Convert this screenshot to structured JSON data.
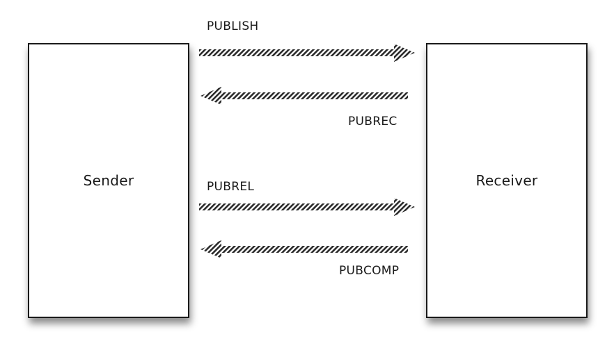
{
  "diagram": {
    "sender_label": "Sender",
    "receiver_label": "Receiver",
    "messages": [
      {
        "label": "PUBLISH",
        "direction": "sender-to-receiver"
      },
      {
        "label": "PUBREC",
        "direction": "receiver-to-sender"
      },
      {
        "label": "PUBREL",
        "direction": "sender-to-receiver"
      },
      {
        "label": "PUBCOMP",
        "direction": "receiver-to-sender"
      }
    ],
    "colors": {
      "box_border": "#1a1a1a",
      "arrow_stripe": "#2a2a2a",
      "arrow_gap": "#ffffff"
    }
  }
}
